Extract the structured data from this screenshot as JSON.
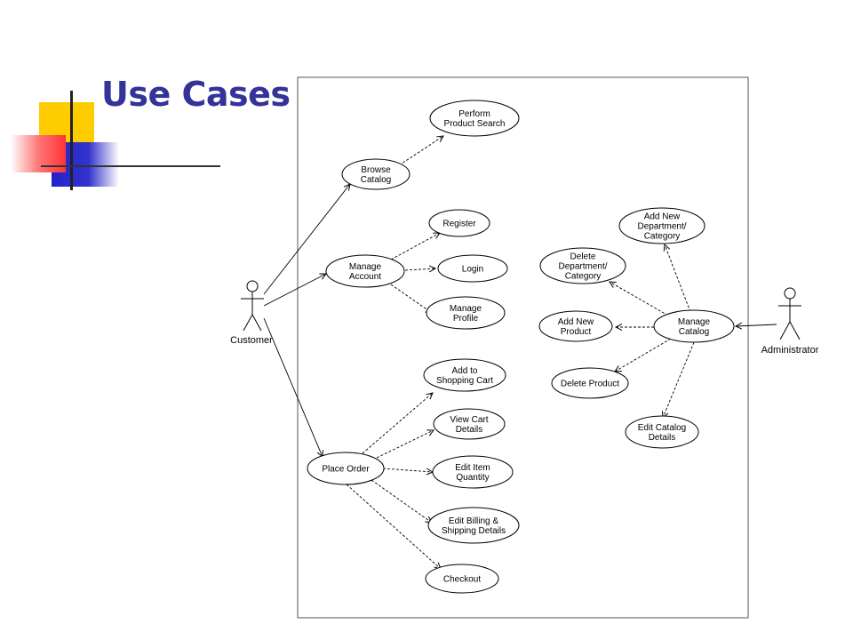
{
  "slide": {
    "title": "Use Cases"
  },
  "diagram": {
    "actors": {
      "customer": "Customer",
      "administrator": "Administrator"
    },
    "use_cases": {
      "perform_product_search": [
        "Perform",
        "Product Search"
      ],
      "browse_catalog": [
        "Browse",
        "Catalog"
      ],
      "register": [
        "Register"
      ],
      "manage_account": [
        "Manage",
        "Account"
      ],
      "login": [
        "Login"
      ],
      "manage_profile": [
        "Manage",
        "Profile"
      ],
      "add_to_shopping_cart": [
        "Add to",
        "Shopping Cart"
      ],
      "view_cart_details": [
        "View Cart",
        "Details"
      ],
      "place_order": [
        "Place Order"
      ],
      "edit_item_quantity": [
        "Edit Item",
        "Quantity"
      ],
      "edit_billing_shipping": [
        "Edit Billing &",
        "Shipping Details"
      ],
      "checkout": [
        "Checkout"
      ],
      "add_new_department": [
        "Add New",
        "Department/",
        "Category"
      ],
      "delete_department": [
        "Delete",
        "Department/",
        "Category"
      ],
      "add_new_product": [
        "Add New",
        "Product"
      ],
      "manage_catalog": [
        "Manage",
        "Catalog"
      ],
      "delete_product": [
        "Delete Product"
      ],
      "edit_catalog_details": [
        "Edit Catalog",
        "Details"
      ]
    }
  }
}
